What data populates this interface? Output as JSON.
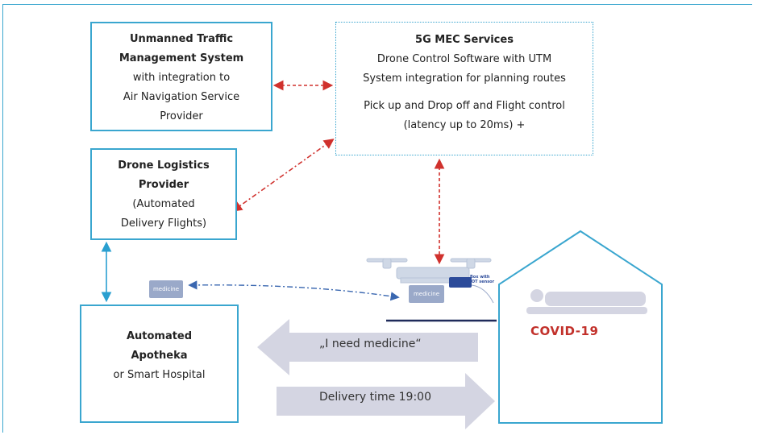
{
  "boxes": {
    "utm": {
      "title_line1": "Unmanned Traffic",
      "title_line2": "Management System",
      "line3": "with integration to",
      "line4": "Air Navigation Service",
      "line5": "Provider"
    },
    "mec": {
      "title": "5G MEC Services",
      "line2": "Drone Control Software with UTM",
      "line3": "System integration for planning routes",
      "line4": "Pick up and Drop off and Flight control",
      "line5": "(latency up to 20ms) +"
    },
    "dlp": {
      "title_line1": "Drone Logistics",
      "title_line2": "Provider",
      "line3": "(Automated",
      "line4": "Delivery Flights)"
    },
    "apotheka": {
      "title_line1": "Automated",
      "title_line2": "Apotheka",
      "line3": "or Smart Hospital"
    }
  },
  "arrows": {
    "need": "„I need medicine“",
    "delivery": "Delivery time 19:00"
  },
  "house": {
    "label": "COVID-19"
  },
  "packages": {
    "left": "medicine",
    "right": "medicine"
  },
  "iot_box": {
    "line1": "Box with",
    "line2": "IOT sensor"
  },
  "colors": {
    "box_border": "#3aa6cf",
    "red_arrow": "#d0312d",
    "blue_arrow": "#3a67b0",
    "big_arrow": "#d4d5e2",
    "covid": "#c2312b"
  }
}
